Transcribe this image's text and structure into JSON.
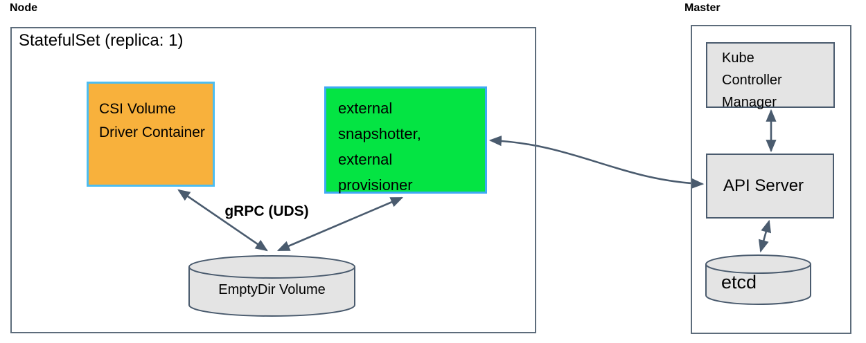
{
  "diagram": {
    "node_section": {
      "label": "Node",
      "statefulset_title": "StatefulSet (replica: 1)",
      "csi_driver_box_label": "CSI Volume Driver Container",
      "sidecar_box_label": "external snapshotter, external provisioner",
      "grpc_arrow_label": "gRPC (UDS)",
      "emptydir_cylinder_label": "EmptyDir Volume"
    },
    "master_section": {
      "label": "Master",
      "kube_controller_manager_box_label": "Kube Controller Manager",
      "api_server_box_label": "API Server",
      "etcd_cylinder_label": "etcd"
    },
    "colors": {
      "csi_box_fill": "#f8b13c",
      "csi_box_border": "#4dbdf0",
      "sidecar_box_fill": "#04e443",
      "sidecar_box_border": "#3fa9f5",
      "gray_box_fill": "#e4e4e4",
      "outer_box_border": "#5d6c7b",
      "arrow_and_inner_border": "#4a5b6e",
      "text": "#000000"
    }
  }
}
